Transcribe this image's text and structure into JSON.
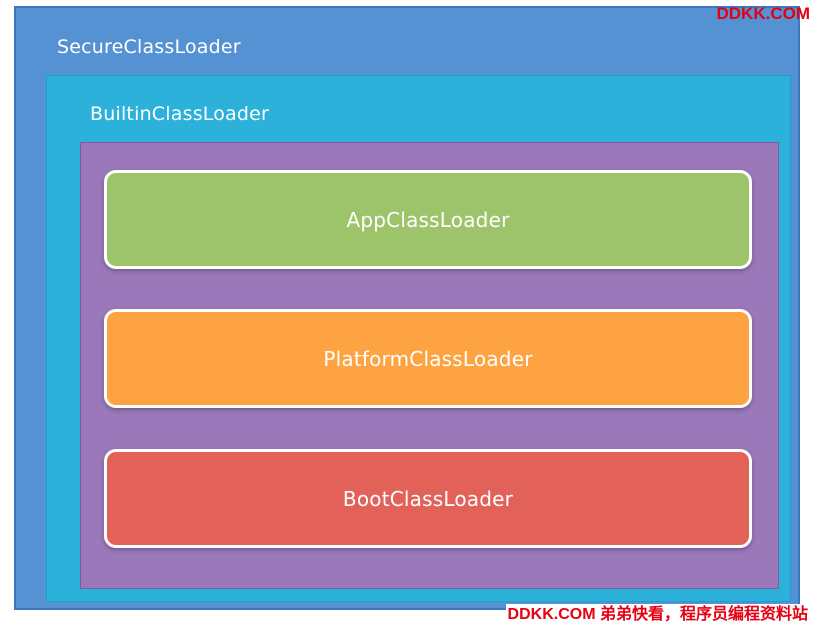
{
  "diagram": {
    "outer": {
      "label": "SecureClassLoader",
      "color": "#5492d3"
    },
    "middle": {
      "label": "BuiltinClassLoader",
      "color": "#2bb1da"
    },
    "inner_container": {
      "color": "#9a78b9"
    },
    "loaders": [
      {
        "label": "AppClassLoader",
        "color": "#9dc46a"
      },
      {
        "label": "PlatformClassLoader",
        "color": "#fda341"
      },
      {
        "label": "BootClassLoader",
        "color": "#e2625a"
      }
    ]
  },
  "watermark": {
    "top": "DDKK.COM",
    "bottom": "DDKK.COM 弟弟快看，程序员编程资料站",
    "color": "#e60012"
  }
}
